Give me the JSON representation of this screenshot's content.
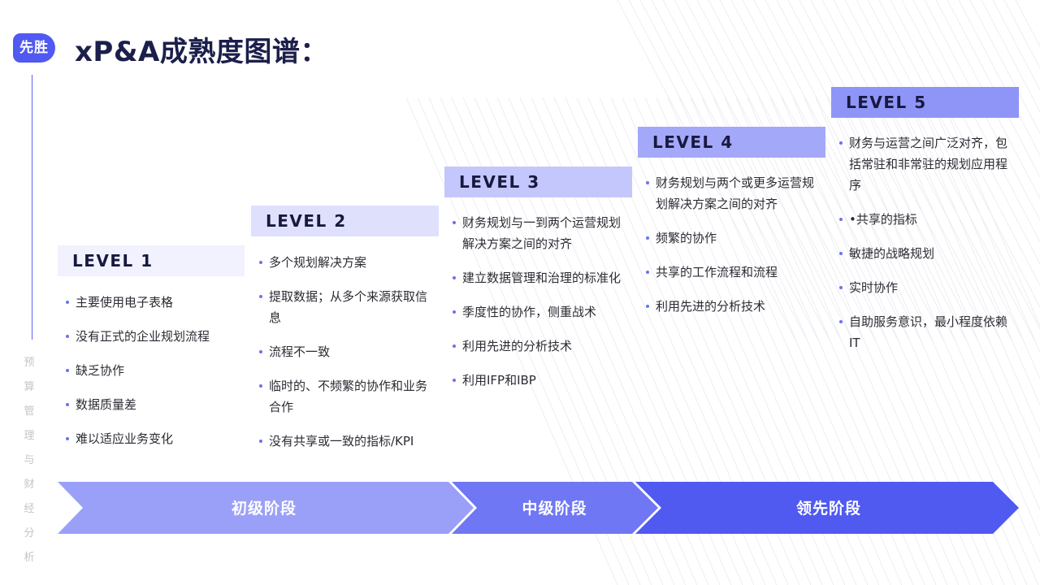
{
  "brand": {
    "logo_text": "先胜"
  },
  "page": {
    "title": "xP&A成熟度图谱："
  },
  "side_label": [
    "预",
    "算",
    "管",
    "理",
    "与",
    "财",
    "经",
    "分",
    "析"
  ],
  "levels": [
    {
      "title": "LEVEL 1",
      "items": [
        "主要使用电子表格",
        "没有正式的企业规划流程",
        " 缺乏协作",
        "数据质量差",
        "难以适应业务变化"
      ]
    },
    {
      "title": "LEVEL 2",
      "items": [
        "多个规划解决方案",
        "提取数据；从多个来源获取信息",
        "流程不一致",
        "临时的、不频繁的协作和业务合作",
        "没有共享或一致的指标/KPI"
      ]
    },
    {
      "title": "LEVEL 3",
      "items": [
        "财务规划与一到两个运营规划解决方案之间的对齐",
        "建立数据管理和治理的标准化",
        "季度性的协作，侧重战术",
        "利用先进的分析技术",
        "利用IFP和IBP"
      ]
    },
    {
      "title": "LEVEL 4",
      "items": [
        "财务规划与两个或更多运营规划解决方案之间的对齐",
        "频繁的协作",
        "共享的工作流程和流程",
        "利用先进的分析技术"
      ]
    },
    {
      "title": "LEVEL 5",
      "items": [
        "财务与运营之间广泛对齐，包括常驻和非常驻的规划应用程序",
        "•共享的指标",
        "敏捷的战略规划",
        "实时协作",
        "自助服务意识，最小程度依赖IT"
      ]
    }
  ],
  "stages": [
    "初级阶段",
    "中级阶段",
    "领先阶段"
  ],
  "colors": {
    "accent": "#5059f0",
    "level_headers": [
      "#f1f2fd",
      "#dfe1fc",
      "#c4c7fb",
      "#a4a8f9",
      "#8f95f7"
    ],
    "stages": [
      "#9aa0f7",
      "#6f77f4",
      "#5059f0"
    ]
  }
}
